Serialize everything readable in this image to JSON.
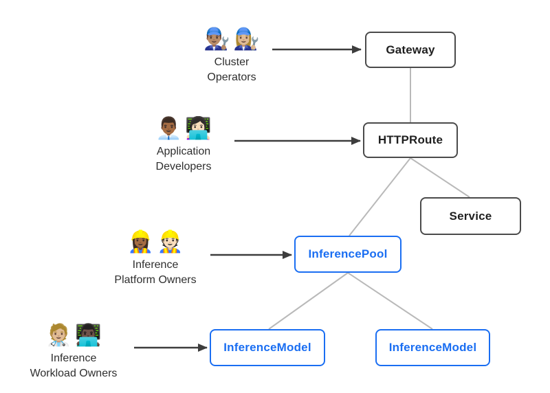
{
  "personas": [
    {
      "name": "Cluster Operators",
      "emojis": [
        "👨🏽‍🔧",
        "👩🏼‍🔧"
      ],
      "label_lines": [
        "Cluster",
        "Operators"
      ],
      "manages": "Gateway"
    },
    {
      "name": "Application Developers",
      "emojis": [
        "👨🏾‍💼",
        "👩🏻‍💻"
      ],
      "label_lines": [
        "Application",
        "Developers"
      ],
      "manages": "HTTPRoute"
    },
    {
      "name": "Inference Platform Owners",
      "emojis": [
        "👷🏾‍♀️",
        "👷🏻"
      ],
      "label_lines": [
        "Inference",
        "Platform Owners"
      ],
      "manages": "InferencePool"
    },
    {
      "name": "Inference Workload Owners",
      "emojis": [
        "🧑🏼‍⚕️",
        "👨🏿‍💻"
      ],
      "label_lines": [
        "Inference",
        "Workload Owners"
      ],
      "manages": "InferenceModel"
    }
  ],
  "nodes": {
    "gateway": {
      "label": "Gateway",
      "style": "standard"
    },
    "httproute": {
      "label": "HTTPRoute",
      "style": "standard"
    },
    "service": {
      "label": "Service",
      "style": "standard"
    },
    "inference_pool": {
      "label": "InferencePool",
      "style": "extension"
    },
    "inference_model_left": {
      "label": "InferenceModel",
      "style": "extension"
    },
    "inference_model_right": {
      "label": "InferenceModel",
      "style": "extension"
    }
  },
  "edges": [
    {
      "from": "Gateway",
      "to": "HTTPRoute"
    },
    {
      "from": "HTTPRoute",
      "to": "InferencePool"
    },
    {
      "from": "HTTPRoute",
      "to": "Service"
    },
    {
      "from": "InferencePool",
      "to": "InferenceModel (left)"
    },
    {
      "from": "InferencePool",
      "to": "InferenceModel (right)"
    }
  ],
  "colors": {
    "standard_node_border": "#4a4a4a",
    "standard_node_text": "#1f1f1f",
    "extension_node_border": "#1a6ef2",
    "extension_node_text": "#1a6ef2",
    "connector_line": "#b9b9b9",
    "arrow": "#3d3d3d",
    "label_text": "#2e2e2e",
    "background": "#ffffff"
  }
}
